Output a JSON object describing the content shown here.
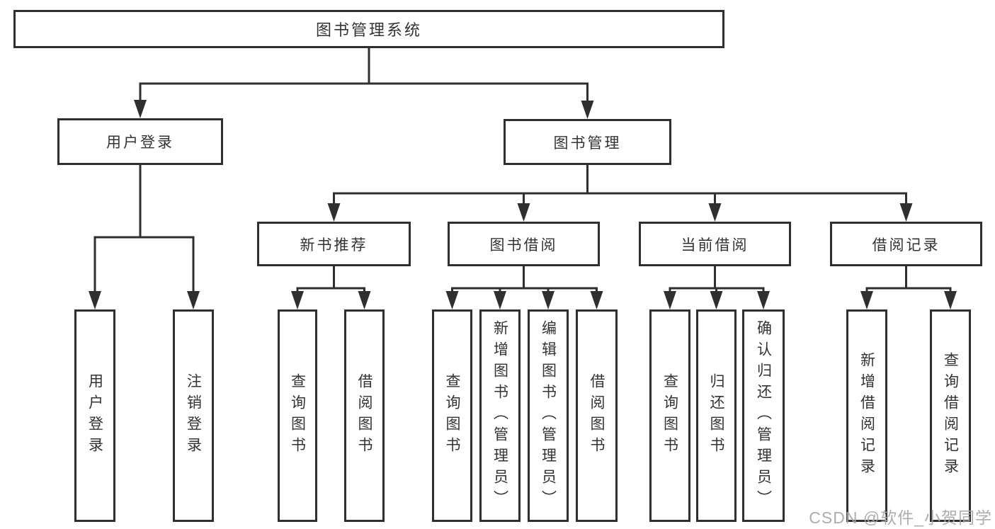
{
  "diagram": {
    "title": "图书管理系统",
    "colors": {
      "line": "#2f2f2f",
      "text": "#333333",
      "background": "#ffffff",
      "watermark": "#a6a6a6"
    },
    "watermark": {
      "text": "CSDN @软件_小贺同学"
    },
    "nodes": [
      {
        "id": "root",
        "label": "图书管理系统",
        "parent": null,
        "orientation": "horizontal"
      },
      {
        "id": "user-login",
        "label": "用户登录",
        "parent": "root",
        "orientation": "horizontal"
      },
      {
        "id": "book-mgmt",
        "label": "图书管理",
        "parent": "root",
        "orientation": "horizontal"
      },
      {
        "id": "leaf-user-login",
        "label": "用户登录",
        "parent": "user-login",
        "orientation": "vertical"
      },
      {
        "id": "leaf-logout",
        "label": "注销登录",
        "parent": "user-login",
        "orientation": "vertical"
      },
      {
        "id": "new-book-rec",
        "label": "新书推荐",
        "parent": "book-mgmt",
        "orientation": "horizontal"
      },
      {
        "id": "book-borrow",
        "label": "图书借阅",
        "parent": "book-mgmt",
        "orientation": "horizontal"
      },
      {
        "id": "current-borrow",
        "label": "当前借阅",
        "parent": "book-mgmt",
        "orientation": "horizontal"
      },
      {
        "id": "borrow-records",
        "label": "借阅记录",
        "parent": "book-mgmt",
        "orientation": "horizontal"
      },
      {
        "id": "rec-query-book",
        "label": "查询图书",
        "parent": "new-book-rec",
        "orientation": "vertical"
      },
      {
        "id": "rec-borrow-book",
        "label": "借阅图书",
        "parent": "new-book-rec",
        "orientation": "vertical"
      },
      {
        "id": "bb-query-book",
        "label": "查询图书",
        "parent": "book-borrow",
        "orientation": "vertical"
      },
      {
        "id": "bb-add-book",
        "label": "新增图书（管理员）",
        "parent": "book-borrow",
        "orientation": "vertical"
      },
      {
        "id": "bb-edit-book",
        "label": "编辑图书（管理员）",
        "parent": "book-borrow",
        "orientation": "vertical"
      },
      {
        "id": "bb-borrow-book",
        "label": "借阅图书",
        "parent": "book-borrow",
        "orientation": "vertical"
      },
      {
        "id": "cb-query-book",
        "label": "查询图书",
        "parent": "current-borrow",
        "orientation": "vertical"
      },
      {
        "id": "cb-return-book",
        "label": "归还图书",
        "parent": "current-borrow",
        "orientation": "vertical"
      },
      {
        "id": "cb-confirm-return",
        "label": "确认归还（管理员）",
        "parent": "current-borrow",
        "orientation": "vertical"
      },
      {
        "id": "br-add-record",
        "label": "新增借阅记录",
        "parent": "borrow-records",
        "orientation": "vertical"
      },
      {
        "id": "br-query-record",
        "label": "查询借阅记录",
        "parent": "borrow-records",
        "orientation": "vertical"
      }
    ]
  }
}
